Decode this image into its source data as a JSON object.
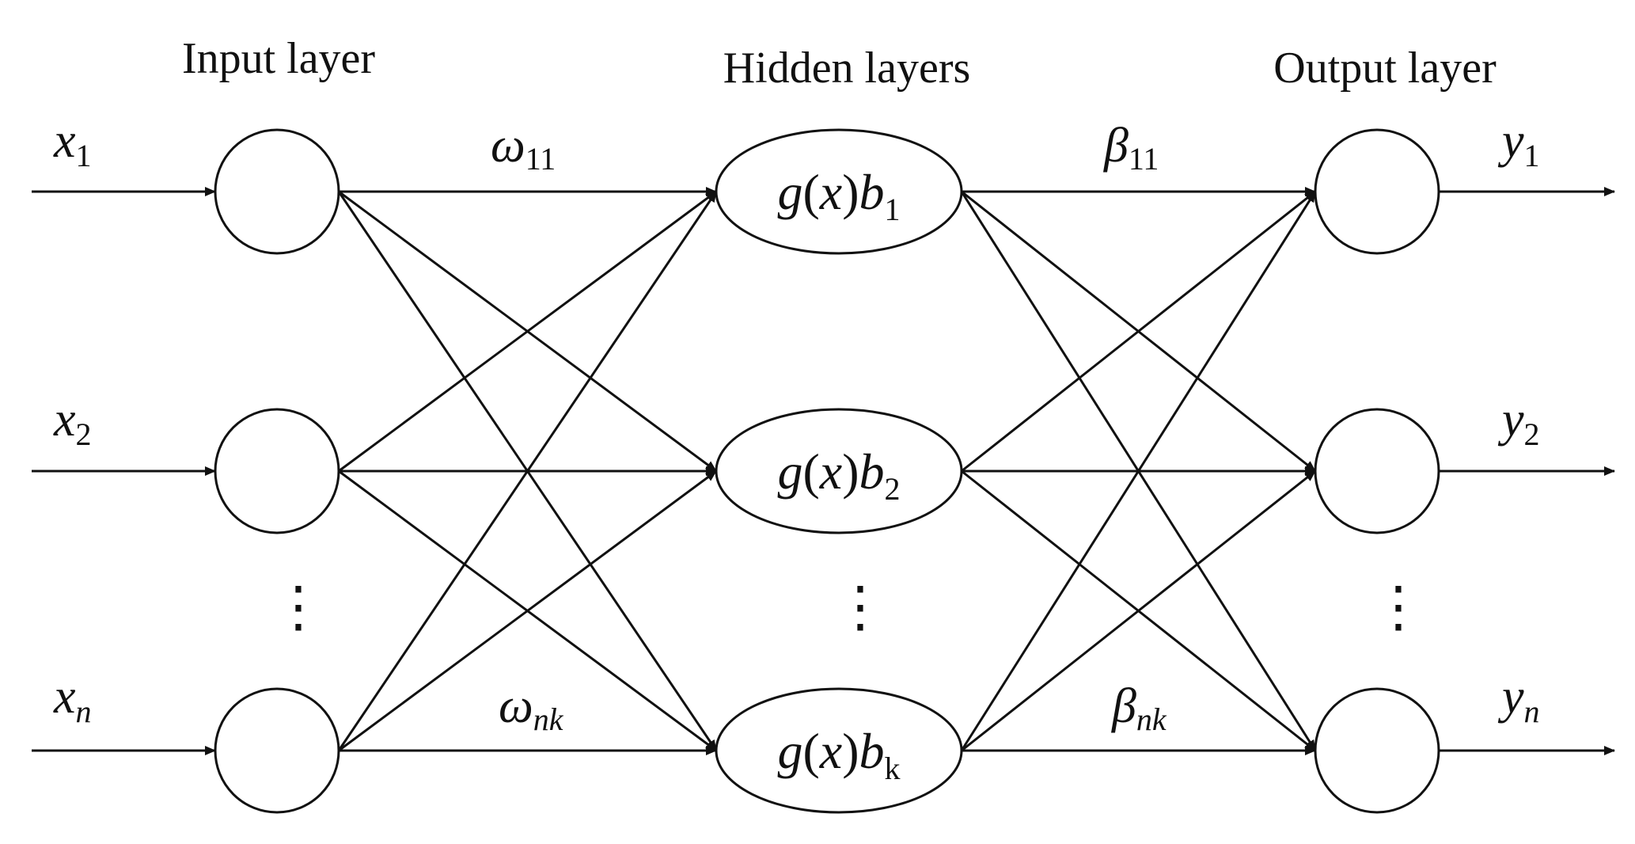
{
  "titles": {
    "input": "Input layer",
    "hidden": "Hidden layers",
    "output": "Output layer"
  },
  "inputs": [
    {
      "base": "x",
      "sub": "1"
    },
    {
      "base": "x",
      "sub": "2"
    },
    {
      "base": "x",
      "sub": "n"
    }
  ],
  "outputs": [
    {
      "base": "y",
      "sub": "1"
    },
    {
      "base": "y",
      "sub": "2"
    },
    {
      "base": "y",
      "sub": "n"
    }
  ],
  "hidden_nodes": [
    {
      "func": "g",
      "open": "(",
      "var": "x",
      "close": ")",
      "bias": "b",
      "sub": "1"
    },
    {
      "func": "g",
      "open": "(",
      "var": "x",
      "close": ")",
      "bias": "b",
      "sub": "2"
    },
    {
      "func": "g",
      "open": "(",
      "var": "x",
      "close": ")",
      "bias": "b",
      "sub": "k"
    }
  ],
  "weights": {
    "input_top": {
      "base": "ω",
      "sub": "11"
    },
    "input_bottom": {
      "base": "ω",
      "sub": "nk"
    },
    "output_top": {
      "base": "β",
      "sub": "11"
    },
    "output_bottom": {
      "base": "β",
      "sub": "nk"
    }
  },
  "ellipsis": "⋮"
}
